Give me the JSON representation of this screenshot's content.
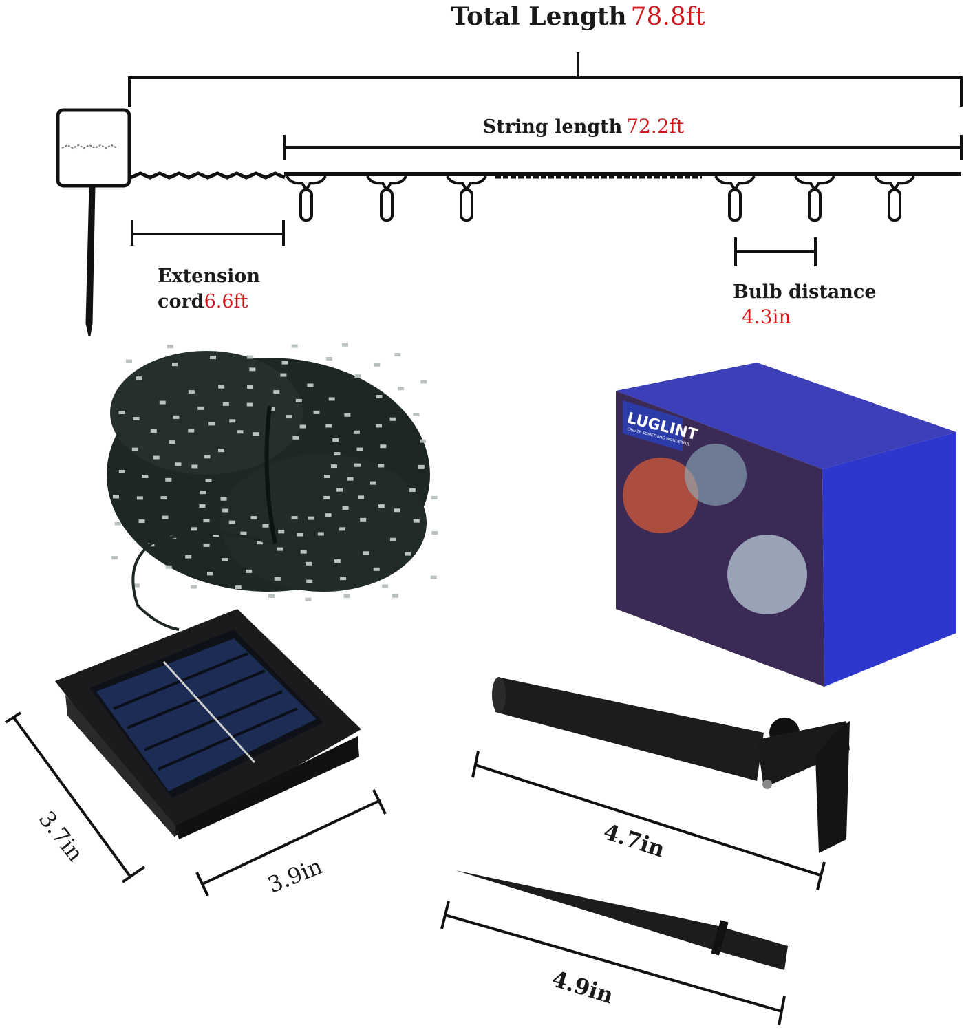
{
  "total_length": {
    "label": "Total Length",
    "value": "78.8ft"
  },
  "string_length": {
    "label": "String length",
    "value": "72.2ft"
  },
  "extension_cord": {
    "label_line1": "Extension",
    "label_line2": "cord",
    "value": "6.6ft"
  },
  "bulb_distance": {
    "label": "Bulb distance",
    "value": "4.3in"
  },
  "solar_panel": {
    "depth": "3.7in",
    "width": "3.9in"
  },
  "mount_stake": {
    "length": "4.7in"
  },
  "ground_stake": {
    "length": "4.9in"
  },
  "package": {
    "brand_logo": "LUGLINT",
    "tagline": "CREATE SOMETHING WONDERFUL"
  },
  "colors": {
    "accent": "#d0181c",
    "box_blue": "#2f36c8",
    "wire": "#1c2420"
  }
}
